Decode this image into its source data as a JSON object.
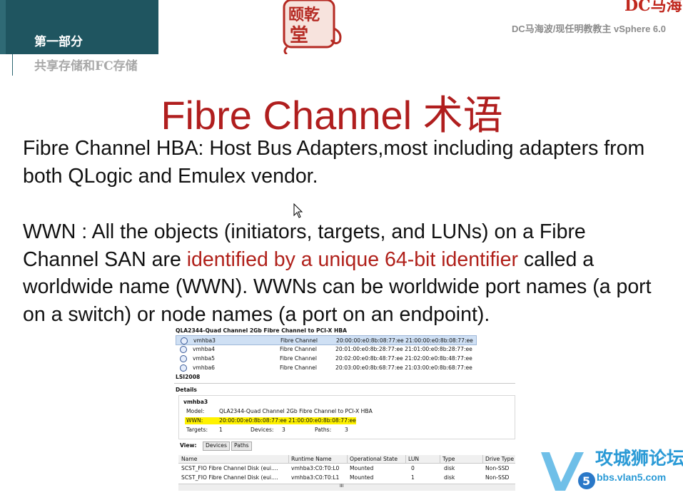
{
  "header": {
    "section": "第一部分",
    "subsection": "共享存储和FC存储",
    "course": "DC马海波/现任明教教主 vSphere 6.0",
    "corner_text": "DC马海",
    "logo_text": "颐乾堂"
  },
  "slide": {
    "title": "Fibre Channel 术语",
    "para1": "Fibre Channel HBA: Host Bus Adapters,most including adapters from both QLogic and Emulex  vendor.",
    "para2_a": "WWN : All the objects (initiators, targets, and LUNs) on a Fibre Channel SAN are ",
    "para2_hl": "identified by a unique 64-bit identifier",
    "para2_b": " called a worldwide name (WWN). WWNs can be worldwide port names (a port on a switch) or node names (a port on an endpoint)."
  },
  "screenshot": {
    "adapter_caption": "QLA2344-Quad Channel 2Gb Fibre Channel to PCI-X HBA",
    "adapters": [
      {
        "name": "vmhba3",
        "type": "Fibre Channel",
        "wwn": "20:00:00:e0:8b:08:77:ee 21:00:00:e0:8b:08:77:ee"
      },
      {
        "name": "vmhba4",
        "type": "Fibre Channel",
        "wwn": "20:01:00:e0:8b:28:77:ee 21:01:00:e0:8b:28:77:ee"
      },
      {
        "name": "vmhba5",
        "type": "Fibre Channel",
        "wwn": "20:02:00:e0:8b:48:77:ee 21:02:00:e0:8b:48:77:ee"
      },
      {
        "name": "vmhba6",
        "type": "Fibre Channel",
        "wwn": "20:03:00:e0:8b:68:77:ee 21:03:00:e0:8b:68:77:ee"
      }
    ],
    "lsi": "LSI2008",
    "details_label": "Details",
    "detail": {
      "name": "vmhba3",
      "model_label": "Model:",
      "model": "QLA2344-Quad Channel 2Gb Fibre Channel to PCI-X HBA",
      "wwn_label": "WWN:",
      "wwn": "20:00:00:e0:8b:08:77:ee 21:00:00:e0:8b:08:77:ee",
      "targets_label": "Targets:",
      "targets": "1",
      "devices_label": "Devices:",
      "devices": "3",
      "paths_label": "Paths:",
      "paths": "3"
    },
    "view_label": "View:",
    "view_tabs": [
      "Devices",
      "Paths"
    ],
    "columns": [
      "Name",
      "Runtime Name",
      "Operational State",
      "LUN",
      "Type",
      "Drive Type"
    ],
    "rows": [
      [
        "SCST_FIO Fibre Channel Disk (eui....",
        "vmhba3:C0:T0:L0",
        "Mounted",
        "0",
        "disk",
        "Non-SSD"
      ],
      [
        "SCST_FIO Fibre Channel Disk (eui....",
        "vmhba3:C0:T0:L1",
        "Mounted",
        "1",
        "disk",
        "Non-SSD"
      ]
    ],
    "scroll_marker": "III"
  },
  "watermark": {
    "brand": "攻城狮论坛",
    "url": "bbs.vlan5.com",
    "badge": "5"
  },
  "colors": {
    "teal": "#1f5560",
    "title_red": "#b01e1e",
    "highlight_red": "#b0201a",
    "wwn_yellow": "#fff200",
    "watermark_blue": "#2a9ad6"
  }
}
